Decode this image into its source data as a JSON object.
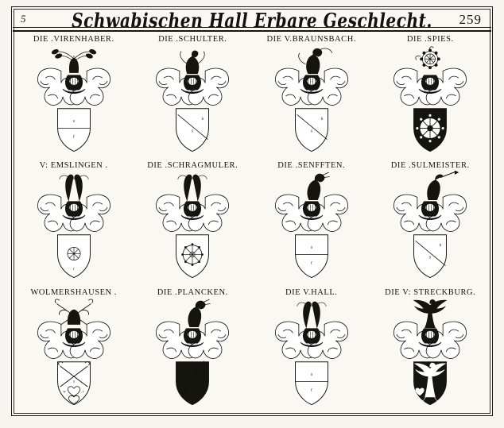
{
  "page": {
    "corner_mark": "5",
    "title": "Schwabischen Hall Erbare Geschlecht.",
    "page_number": "259"
  },
  "rows": [
    {
      "cells": [
        {
          "label": "DIE .VIRENHABER.",
          "charge": "vase-crest",
          "shield": "per-fess-plain",
          "tincture": "light"
        },
        {
          "label": "DIE .SCHULTER.",
          "charge": "lion-rampant",
          "shield": "bend-plain",
          "tincture": "light"
        },
        {
          "label": "DIE V.BRAUNSBACH.",
          "charge": "demi-figure",
          "shield": "bend-plain",
          "tincture": "light"
        },
        {
          "label": "DIE .SPIES.",
          "charge": "spur-rowel",
          "shield": "rowel-sable",
          "tincture": "dark"
        }
      ]
    },
    {
      "cells": [
        {
          "label": "V: EMSLINGEN .",
          "charge": "horns-crest",
          "shield": "rowel-small",
          "tincture": "light"
        },
        {
          "label": "DIE .SCHRAGMULER.",
          "charge": "horns-crest",
          "shield": "mill-wheel",
          "tincture": "light"
        },
        {
          "label": "DIE .SENFFTEN.",
          "charge": "beast-crest",
          "shield": "per-fess-plain",
          "tincture": "light"
        },
        {
          "label": "DIE .SULMEISTER.",
          "charge": "lance-crest",
          "shield": "bend-plain",
          "tincture": "light"
        }
      ]
    },
    {
      "cells": [
        {
          "label": "WOLMERSHAUSEN .",
          "charge": "crossed-hooks",
          "shield": "saltire-hearts",
          "tincture": "light"
        },
        {
          "label": "DIE .PLANCKEN.",
          "charge": "beast-crest",
          "shield": "beast-sable",
          "tincture": "dark"
        },
        {
          "label": "DIE V.HALL.",
          "charge": "horns-crest",
          "shield": "per-fess-plain",
          "tincture": "light"
        },
        {
          "label": "DIE V: STRECKBURG.",
          "charge": "eagle-crest",
          "shield": "eagle-displayed",
          "tincture": "dark"
        }
      ]
    }
  ],
  "colors": {
    "ink": "#14140e",
    "paper": "#faf8f2",
    "sable": "#15150f"
  }
}
